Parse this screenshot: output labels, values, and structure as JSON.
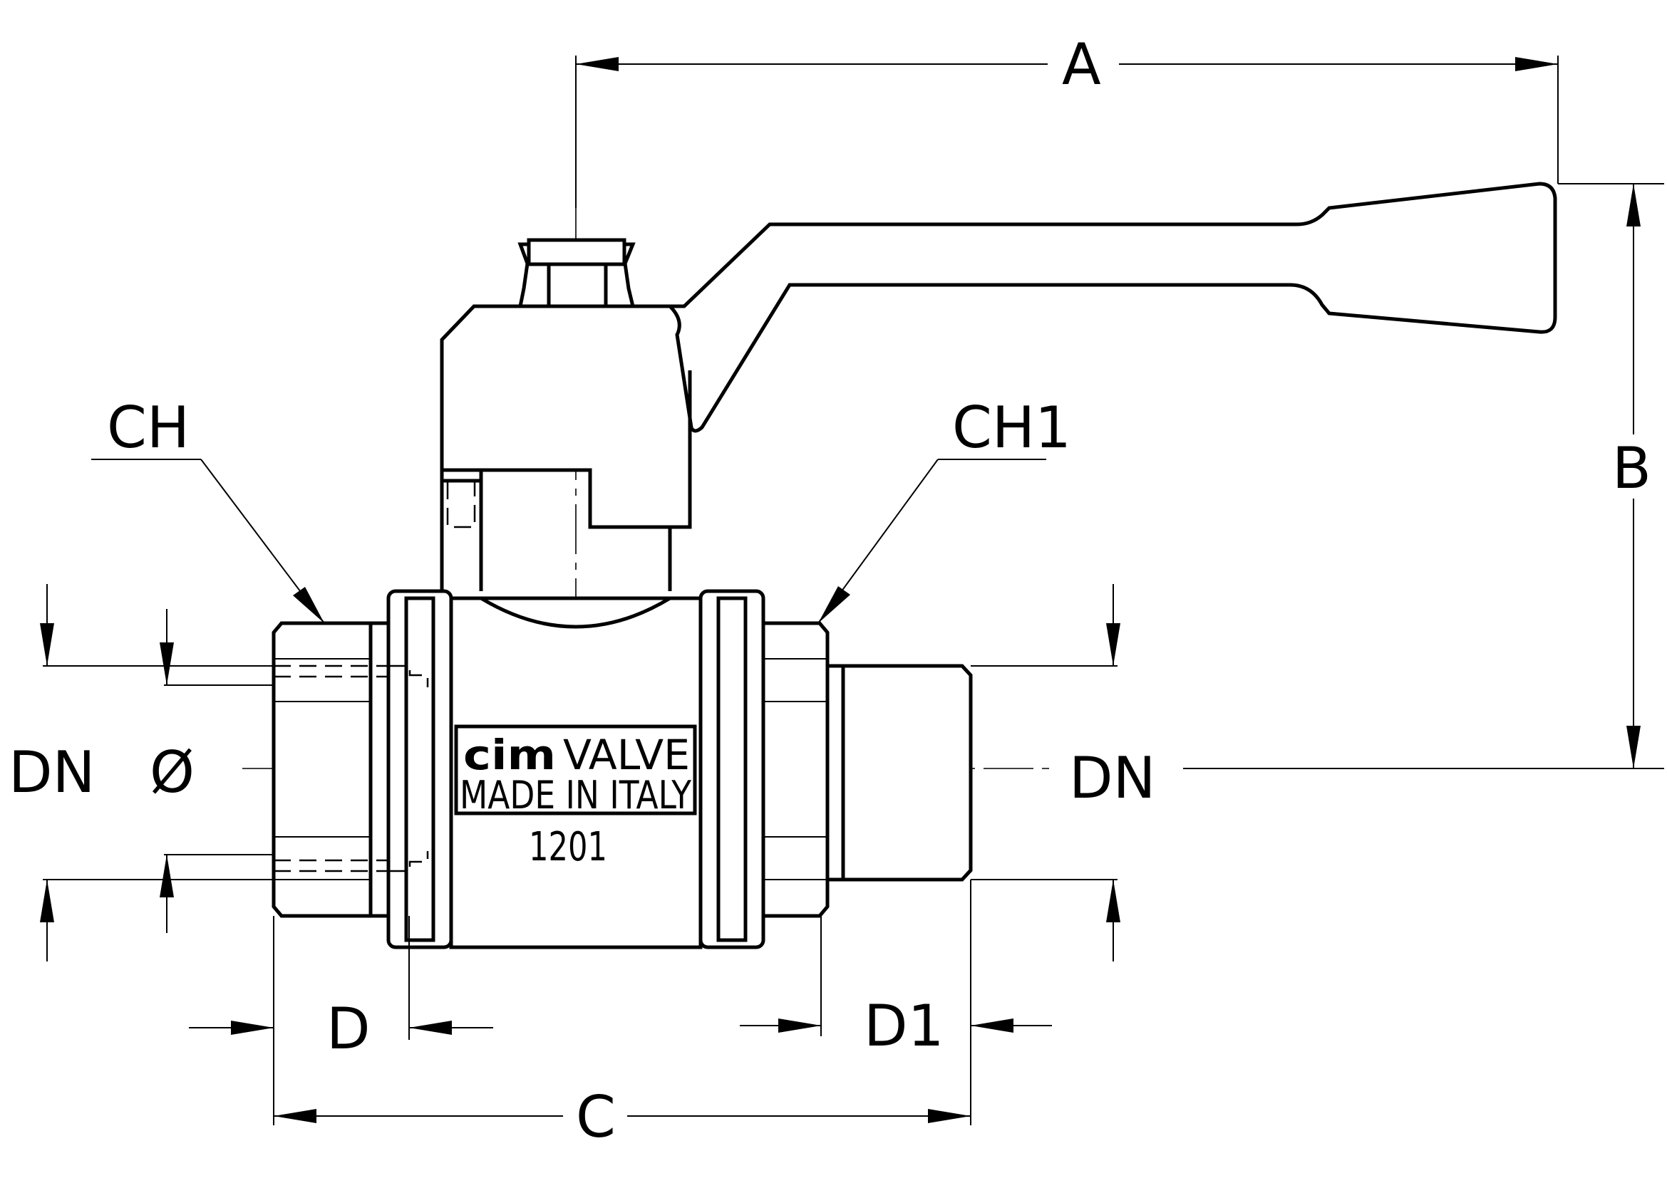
{
  "dimensions": {
    "A": "A",
    "B": "B",
    "C": "C",
    "D": "D",
    "D1": "D1",
    "DN_left": "DN",
    "DN_right": "DN",
    "diameter": "Ø",
    "CH": "CH",
    "CH1": "CH1"
  },
  "valve_marking": {
    "brand": "cim",
    "brand_suffix": "VALVE",
    "origin": "MADE IN ITALY",
    "model": "1201"
  },
  "colors": {
    "line": "#000000",
    "background": "#ffffff"
  }
}
